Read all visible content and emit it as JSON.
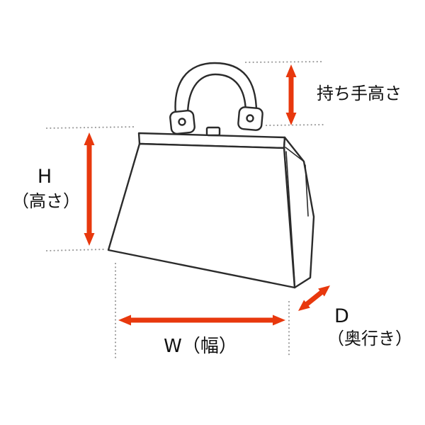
{
  "diagram": {
    "subject": "handbag-dimension-diagram",
    "labels": {
      "handle_height": "持ち手高さ",
      "height_letter": "H",
      "height_caption": "（高さ）",
      "width": "W（幅）",
      "depth_letter": "D",
      "depth_caption": "（奥行き）"
    },
    "colors": {
      "arrow": "#e8380d",
      "line": "#2b2b2b",
      "guide": "#979797",
      "background": "#ffffff",
      "text": "#111111"
    }
  }
}
